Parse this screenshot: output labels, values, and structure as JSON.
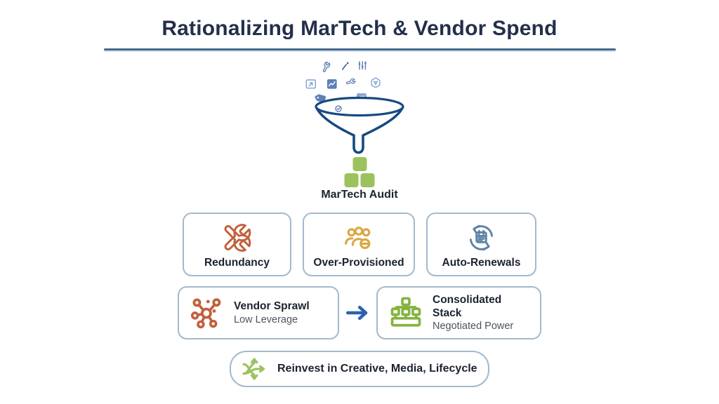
{
  "title": "Rationalizing MarTech & Vendor Spend",
  "funnel": {
    "caption": "MarTech Audit",
    "scatter_icons": [
      "wrench-icon",
      "pen-icon",
      "sliders-icon",
      "browser-window-icon",
      "chart-icon",
      "wrench-icon",
      "hexagon-node-icon",
      "price-tag-icon",
      "megaphone-icon",
      "gear-circle-icon"
    ]
  },
  "issue_cards": [
    {
      "label": "Redundancy",
      "icon": "crossed-wrenches-icon"
    },
    {
      "label": "Over-Provisioned",
      "icon": "users-minus-icon"
    },
    {
      "label": "Auto-Renewals",
      "icon": "calendar-refresh-icon"
    }
  ],
  "shift": {
    "from": {
      "title": "Vendor Sprawl",
      "subtitle": "Low Leverage",
      "icon": "network-hub-icon"
    },
    "arrow": "right-arrow-icon",
    "to": {
      "title": "Consolidated Stack",
      "subtitle": "Negotiated Power",
      "icon": "consolidated-stack-icon"
    }
  },
  "outcome": {
    "label": "Reinvest in Creative, Media, Lifecycle",
    "icon": "branch-arrows-icon"
  },
  "colors": {
    "title-navy": "#232f4b",
    "underline": "#47698d",
    "funnel-navy": "#17497f",
    "scatter-light": "#8aa6d1",
    "scatter-mid": "#5e7fb8",
    "scatter-dark": "#3f5e9e",
    "block-green": "#9cc25e",
    "orange": "#c2603c",
    "gold": "#d9a843",
    "steel": "#5d83a8",
    "arrow-blue": "#2b64ae",
    "card-border": "#a4b9cc",
    "text-dark": "#1b2330",
    "text-gray": "#4d5560",
    "stack-green": "#85b441"
  }
}
